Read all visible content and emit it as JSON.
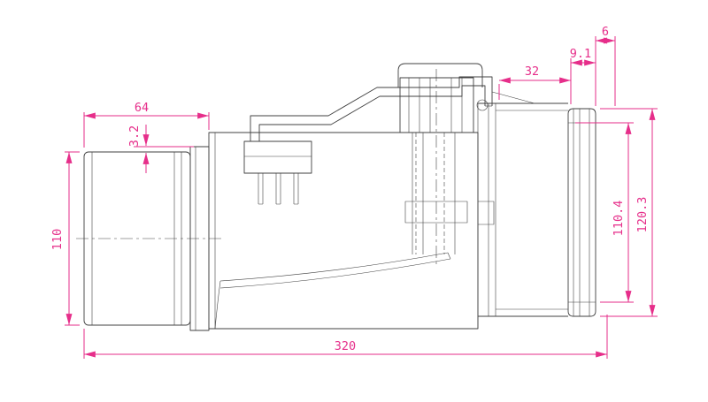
{
  "page": {
    "background": "#ffffff"
  },
  "colors": {
    "dimension": "#e62e8a",
    "outline": "#404040"
  },
  "dimensions": {
    "flange_length": {
      "label": "64"
    },
    "step": {
      "label": "3.2"
    },
    "inlet_diameter": {
      "label": "110"
    },
    "overall_length": {
      "label": "320"
    },
    "outlet_length": {
      "label": "32"
    },
    "ring_width": {
      "label": "9.1"
    },
    "lip": {
      "label": "6"
    },
    "outlet_face_diameter": {
      "label": "110.4"
    },
    "ring_diameter": {
      "label": "120.3"
    }
  }
}
